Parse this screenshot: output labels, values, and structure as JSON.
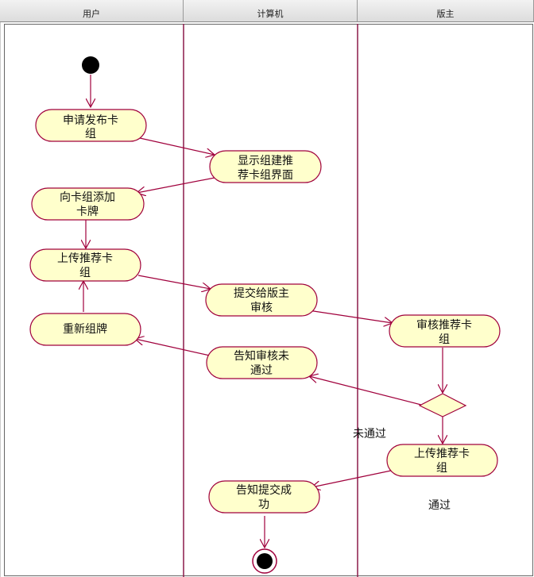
{
  "swimlanes": [
    {
      "id": "user",
      "title": "用户"
    },
    {
      "id": "computer",
      "title": "计算机"
    },
    {
      "id": "moderator",
      "title": "版主"
    }
  ],
  "nodes": {
    "apply_publish": {
      "line1": "申请发布卡",
      "line2": "组"
    },
    "show_build_ui": {
      "line1": "显示组建推",
      "line2": "荐卡组界面"
    },
    "add_cards": {
      "line1": "向卡组添加",
      "line2": "卡牌"
    },
    "upload_deck_user": {
      "line1": "上传推荐卡",
      "line2": "组"
    },
    "submit_to_moderator": {
      "line1": "提交给版主",
      "line2": "审核"
    },
    "rebuild_deck": {
      "line1": "重新组牌",
      "line2": ""
    },
    "review_deck": {
      "line1": "审核推荐卡",
      "line2": "组"
    },
    "notify_rejected": {
      "line1": "告知审核未",
      "line2": "通过"
    },
    "upload_deck_mod": {
      "line1": "上传推荐卡",
      "line2": "组"
    },
    "notify_success": {
      "line1": "告知提交成",
      "line2": "功"
    }
  },
  "labels": {
    "not_passed": "未通过",
    "passed": "通过"
  },
  "colors": {
    "node_fill": "#ffffcc",
    "node_stroke": "#a0003c",
    "line": "#a0003c",
    "lane_line": "#8b1a4a"
  }
}
